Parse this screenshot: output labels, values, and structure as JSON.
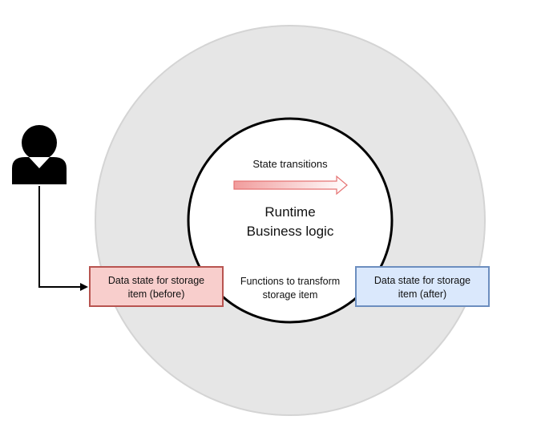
{
  "diagram": {
    "state_transitions_label": "State transitions",
    "runtime_title_line1": "Runtime",
    "runtime_title_line2": "Business logic",
    "functions_line1": "Functions to transform",
    "functions_line2": "storage item",
    "before_box": {
      "line1": "Data state for storage",
      "line2": "item (before)"
    },
    "after_box": {
      "line1": "Data state for storage",
      "line2": "item (after)"
    }
  },
  "colors": {
    "outer_circle_fill": "#e6e6e6",
    "outer_circle_stroke": "#d4d4d4",
    "inner_circle_fill": "#ffffff",
    "inner_circle_stroke": "#000000",
    "before_box_fill": "#f8cecc",
    "before_box_stroke": "#b85450",
    "after_box_fill": "#dae8fc",
    "after_box_stroke": "#6c8ebf",
    "arrow_gradient_start": "#f19c9c",
    "arrow_gradient_end": "#ffffff",
    "arrow_stroke": "#e57373",
    "person_icon": "#000000",
    "connector": "#000000"
  },
  "icons": {
    "user": "person-icon"
  }
}
